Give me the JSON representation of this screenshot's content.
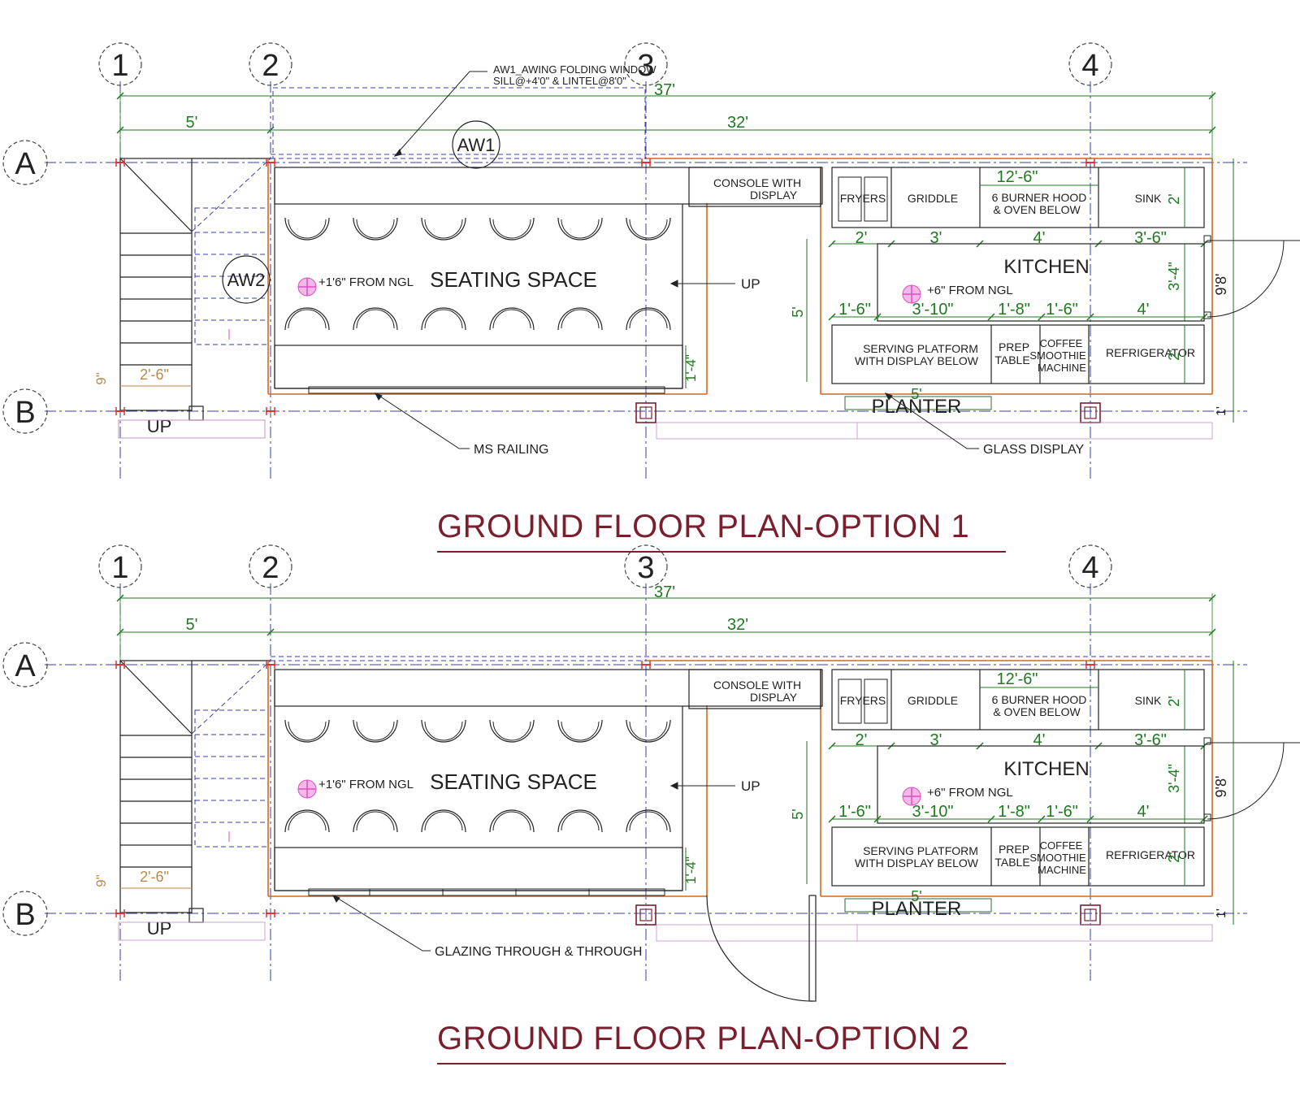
{
  "plans": [
    {
      "title": "GROUND FLOOR PLAN-OPTION 1",
      "front_callout": "MS RAILING",
      "window_note_1": "AW1_AWING FOLDING WINDOW",
      "window_note_2": "SILL@+4'0\" & LINTEL@8'0\"",
      "tag_aw1": "AW1",
      "tag_aw2": "AW2",
      "glass_display": "GLASS DISPLAY",
      "has_door": false
    },
    {
      "title": "GROUND FLOOR PLAN-OPTION 2",
      "front_callout": "GLAZING THROUGH & THROUGH",
      "has_door": true
    }
  ],
  "grid": {
    "cols": [
      "1",
      "2",
      "3",
      "4"
    ],
    "rows": [
      "A",
      "B"
    ]
  },
  "dims": {
    "overall": "37'",
    "left_bay": "5'",
    "main_span": "32'",
    "kitchen_width": "12'-6\"",
    "row1": [
      "2'",
      "3'",
      "4'",
      "3'-6\""
    ],
    "row2": [
      "1'-6\"",
      "3'-10\"",
      "1'-8\"",
      "1'-6\"",
      "4'"
    ],
    "height_2": "2'",
    "height_3_4": "3'-4\"",
    "height_9_8": "9'8'",
    "height_5": "5'",
    "height_1_4": "1'-4\"",
    "height_9in": "9\"",
    "stair_width": "2'-6\"",
    "planter_dim": "5'",
    "height_1": "1'",
    "height_2b": "2'"
  },
  "labels": {
    "console": [
      "CONSOLE WITH",
      "DISPLAY"
    ],
    "fryers": "FRYERS",
    "griddle": "GRIDDLE",
    "burner": [
      "6 BURNER HOOD",
      "&    OVEN BELOW"
    ],
    "sink": "SINK",
    "kitchen": "KITCHEN",
    "kitchen_level": "+6\" FROM NGL",
    "seating": "SEATING SPACE",
    "seating_level": "+1'6\" FROM NGL",
    "up": "UP",
    "serving": [
      "SERVING PLATFORM",
      "WITH DISPLAY BELOW"
    ],
    "prep": [
      "PREP",
      "TABLE"
    ],
    "coffee": [
      "COFFEE",
      "SMOOTHIE",
      "MACHINE"
    ],
    "refrigerator": "REFRIGERATOR",
    "planter": "PLANTER"
  },
  "colors": {
    "title": "#7a1f2e",
    "dim": "#1f7a1f",
    "grid": "#3b3fa8",
    "wall": "#d2691e",
    "level": "#e04fc0",
    "text": "#1a1a1a",
    "stair_dim": "#b98a4a"
  }
}
